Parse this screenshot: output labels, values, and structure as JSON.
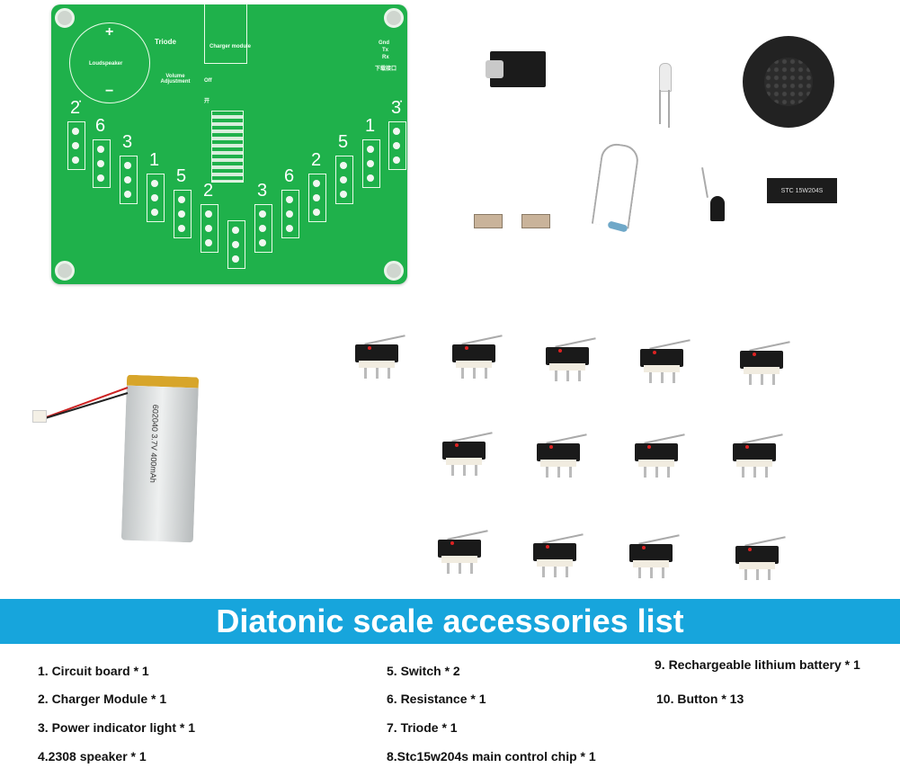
{
  "pcb": {
    "loudspeaker": "Loudspeaker",
    "triode": "Triode",
    "charger_module": "Charger module",
    "volume": "Volume Adjustment",
    "off": "Off",
    "on": "开",
    "gnd": "Gnd",
    "tx": "Tx",
    "rx": "Rx",
    "download": "下载接口",
    "plus": "+",
    "minus": "−",
    "keys": [
      "2̇",
      "6",
      "3",
      "1",
      "5",
      "2",
      "",
      "3",
      "6",
      "2",
      "5",
      "1",
      "3̇"
    ]
  },
  "chip_label": "STC 15W204S",
  "battery_label": "602040 3.7V 400mAh",
  "banner": {
    "title": "Diatonic scale accessories list"
  },
  "accessories": [
    "1. Circuit board * 1",
    "2. Charger Module * 1",
    "3. Power indicator light * 1",
    "4.2308 speaker * 1",
    "5. Switch * 2",
    "6. Resistance * 1",
    "7. Triode * 1",
    "8.Stc15w204s main control chip * 1",
    "9. Rechargeable lithium battery * 1",
    "10. Button * 13"
  ],
  "colors": {
    "banner": "#17a5dc",
    "pcb": "#1fb14b"
  }
}
